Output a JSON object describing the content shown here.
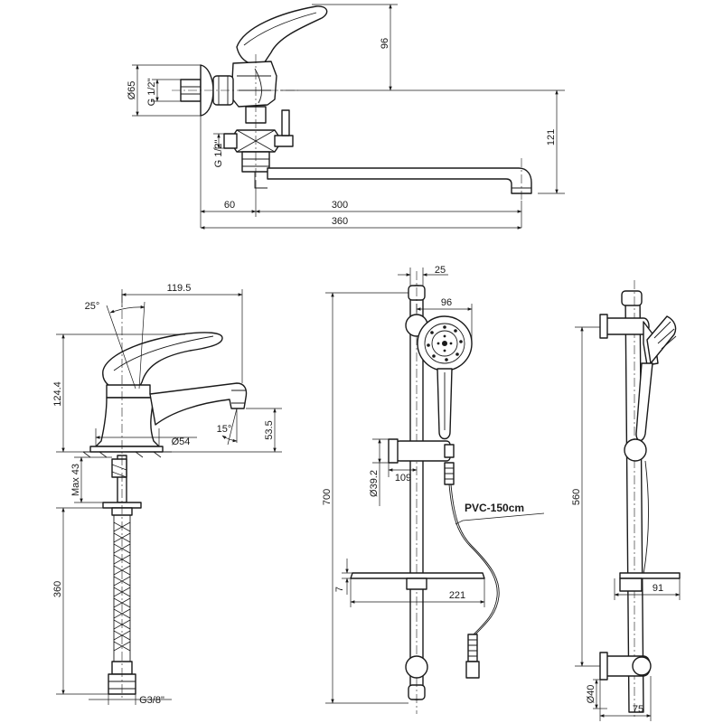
{
  "wall_mixer": {
    "dim_lever_height": "96",
    "dim_outlet_height": "121",
    "dim_flange_dia": "Ø65",
    "dim_thread_top": "G 1/2\"",
    "dim_thread_side": "G 1/2\"",
    "dim_offset": "60",
    "dim_spout": "300",
    "dim_total": "360"
  },
  "basin_mixer": {
    "dim_width": "119.5",
    "dim_angle_lever": "25°",
    "dim_height": "124.4",
    "dim_aerator_angle": "15°",
    "dim_aerator_height": "53.5",
    "dim_base_dia": "Ø54",
    "dim_max_thickness": "Max 43",
    "dim_hose_length": "360",
    "dim_hose_thread": "G3/8\""
  },
  "shower_set_front": {
    "dim_rail_width": "25",
    "dim_head_dia": "96",
    "dim_rail_length": "700",
    "dim_holder_dia": "Ø39.2",
    "dim_holder_depth": "109",
    "hose_label": "PVC-150cm",
    "dim_shelf_thickness": "7",
    "dim_shelf_width": "221"
  },
  "shower_set_side": {
    "dim_bracket_spacing": "560",
    "dim_shelf_depth": "91",
    "dim_bracket_dia": "Ø40",
    "dim_bracket_depth": "75"
  }
}
